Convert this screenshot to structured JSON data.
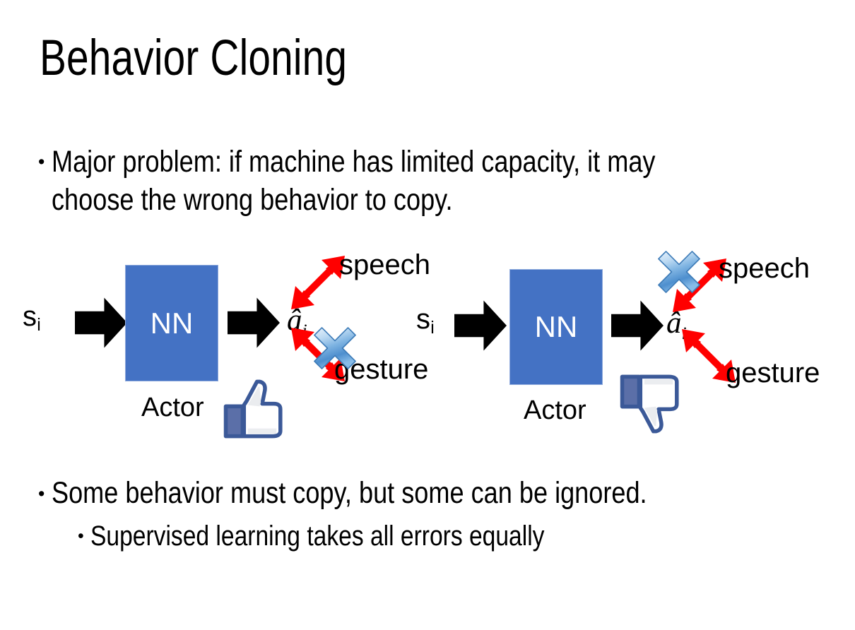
{
  "slide": {
    "title": "Behavior Cloning",
    "background_color": "#FFFFFF"
  },
  "bullets": {
    "top": {
      "marker": "•",
      "text": "Major problem: if machine has limited capacity, it may choose the wrong behavior to copy."
    },
    "bottom_level1": {
      "marker": "•",
      "text": "Some behavior must copy, but some can be ignored."
    },
    "bottom_level2": {
      "marker": "•",
      "text": "Supervised learning takes all errors equally"
    }
  },
  "diagrams": [
    {
      "id": "left",
      "state_label": "s",
      "state_subscript": "i",
      "network_label": "NN",
      "network_caption": "Actor",
      "output_label": "â",
      "output_subscript": "i",
      "branches": [
        {
          "name": "speech",
          "label": "speech",
          "direction": "up-right",
          "crossed_out": false
        },
        {
          "name": "gesture",
          "label": "gesture",
          "direction": "down-right",
          "crossed_out": true
        }
      ],
      "feedback_icon": "thumbs-up-icon",
      "feedback_meaning": "good"
    },
    {
      "id": "right",
      "state_label": "s",
      "state_subscript": "i",
      "network_label": "NN",
      "network_caption": "Actor",
      "output_label": "â",
      "output_subscript": "i",
      "branches": [
        {
          "name": "speech",
          "label": "speech",
          "direction": "up-right",
          "crossed_out": true
        },
        {
          "name": "gesture",
          "label": "gesture",
          "direction": "down-right",
          "crossed_out": false
        }
      ],
      "feedback_icon": "thumbs-down-icon",
      "feedback_meaning": "bad"
    }
  ],
  "colors": {
    "network_fill": "#4472C4",
    "network_border": "#8FAADC",
    "network_text": "#FFFFFF",
    "arrow_black": "#000000",
    "arrow_red": "#FF0000",
    "cross_blue_light": "#CFE3F7",
    "cross_blue_mid": "#5B9BD5",
    "cross_blue_dark": "#2E6DA4",
    "thumb_blue": "#3B5998",
    "thumb_fill": "#FFFFFF",
    "text": "#000000"
  }
}
